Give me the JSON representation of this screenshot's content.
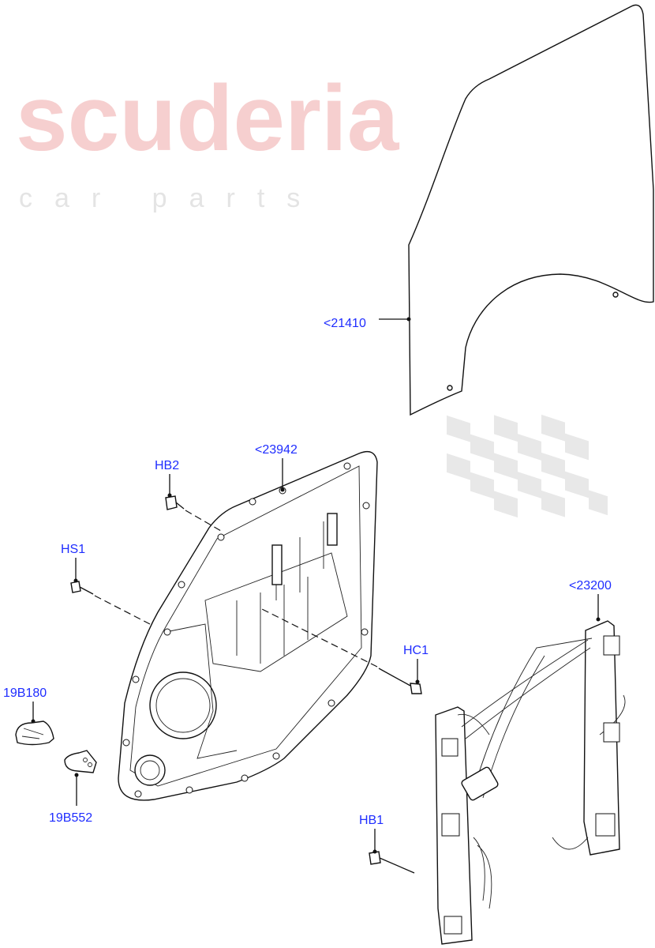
{
  "watermark": {
    "brand": "scuderia",
    "subtitle": "car parts",
    "color": "#f6cfcf"
  },
  "label_color": "#1f2dff",
  "callouts": [
    {
      "id": "door-glass",
      "label": "<21410"
    },
    {
      "id": "door-trim-carrier",
      "label": "<23942"
    },
    {
      "id": "bolt-hb2",
      "label": "HB2"
    },
    {
      "id": "screw-hs1",
      "label": "HS1"
    },
    {
      "id": "clip-hc1",
      "label": "HC1"
    },
    {
      "id": "window-regulator",
      "label": "<23200"
    },
    {
      "id": "switch-19b180",
      "label": "19B180"
    },
    {
      "id": "switch-19b552",
      "label": "19B552"
    },
    {
      "id": "bolt-hb1",
      "label": "HB1"
    }
  ]
}
